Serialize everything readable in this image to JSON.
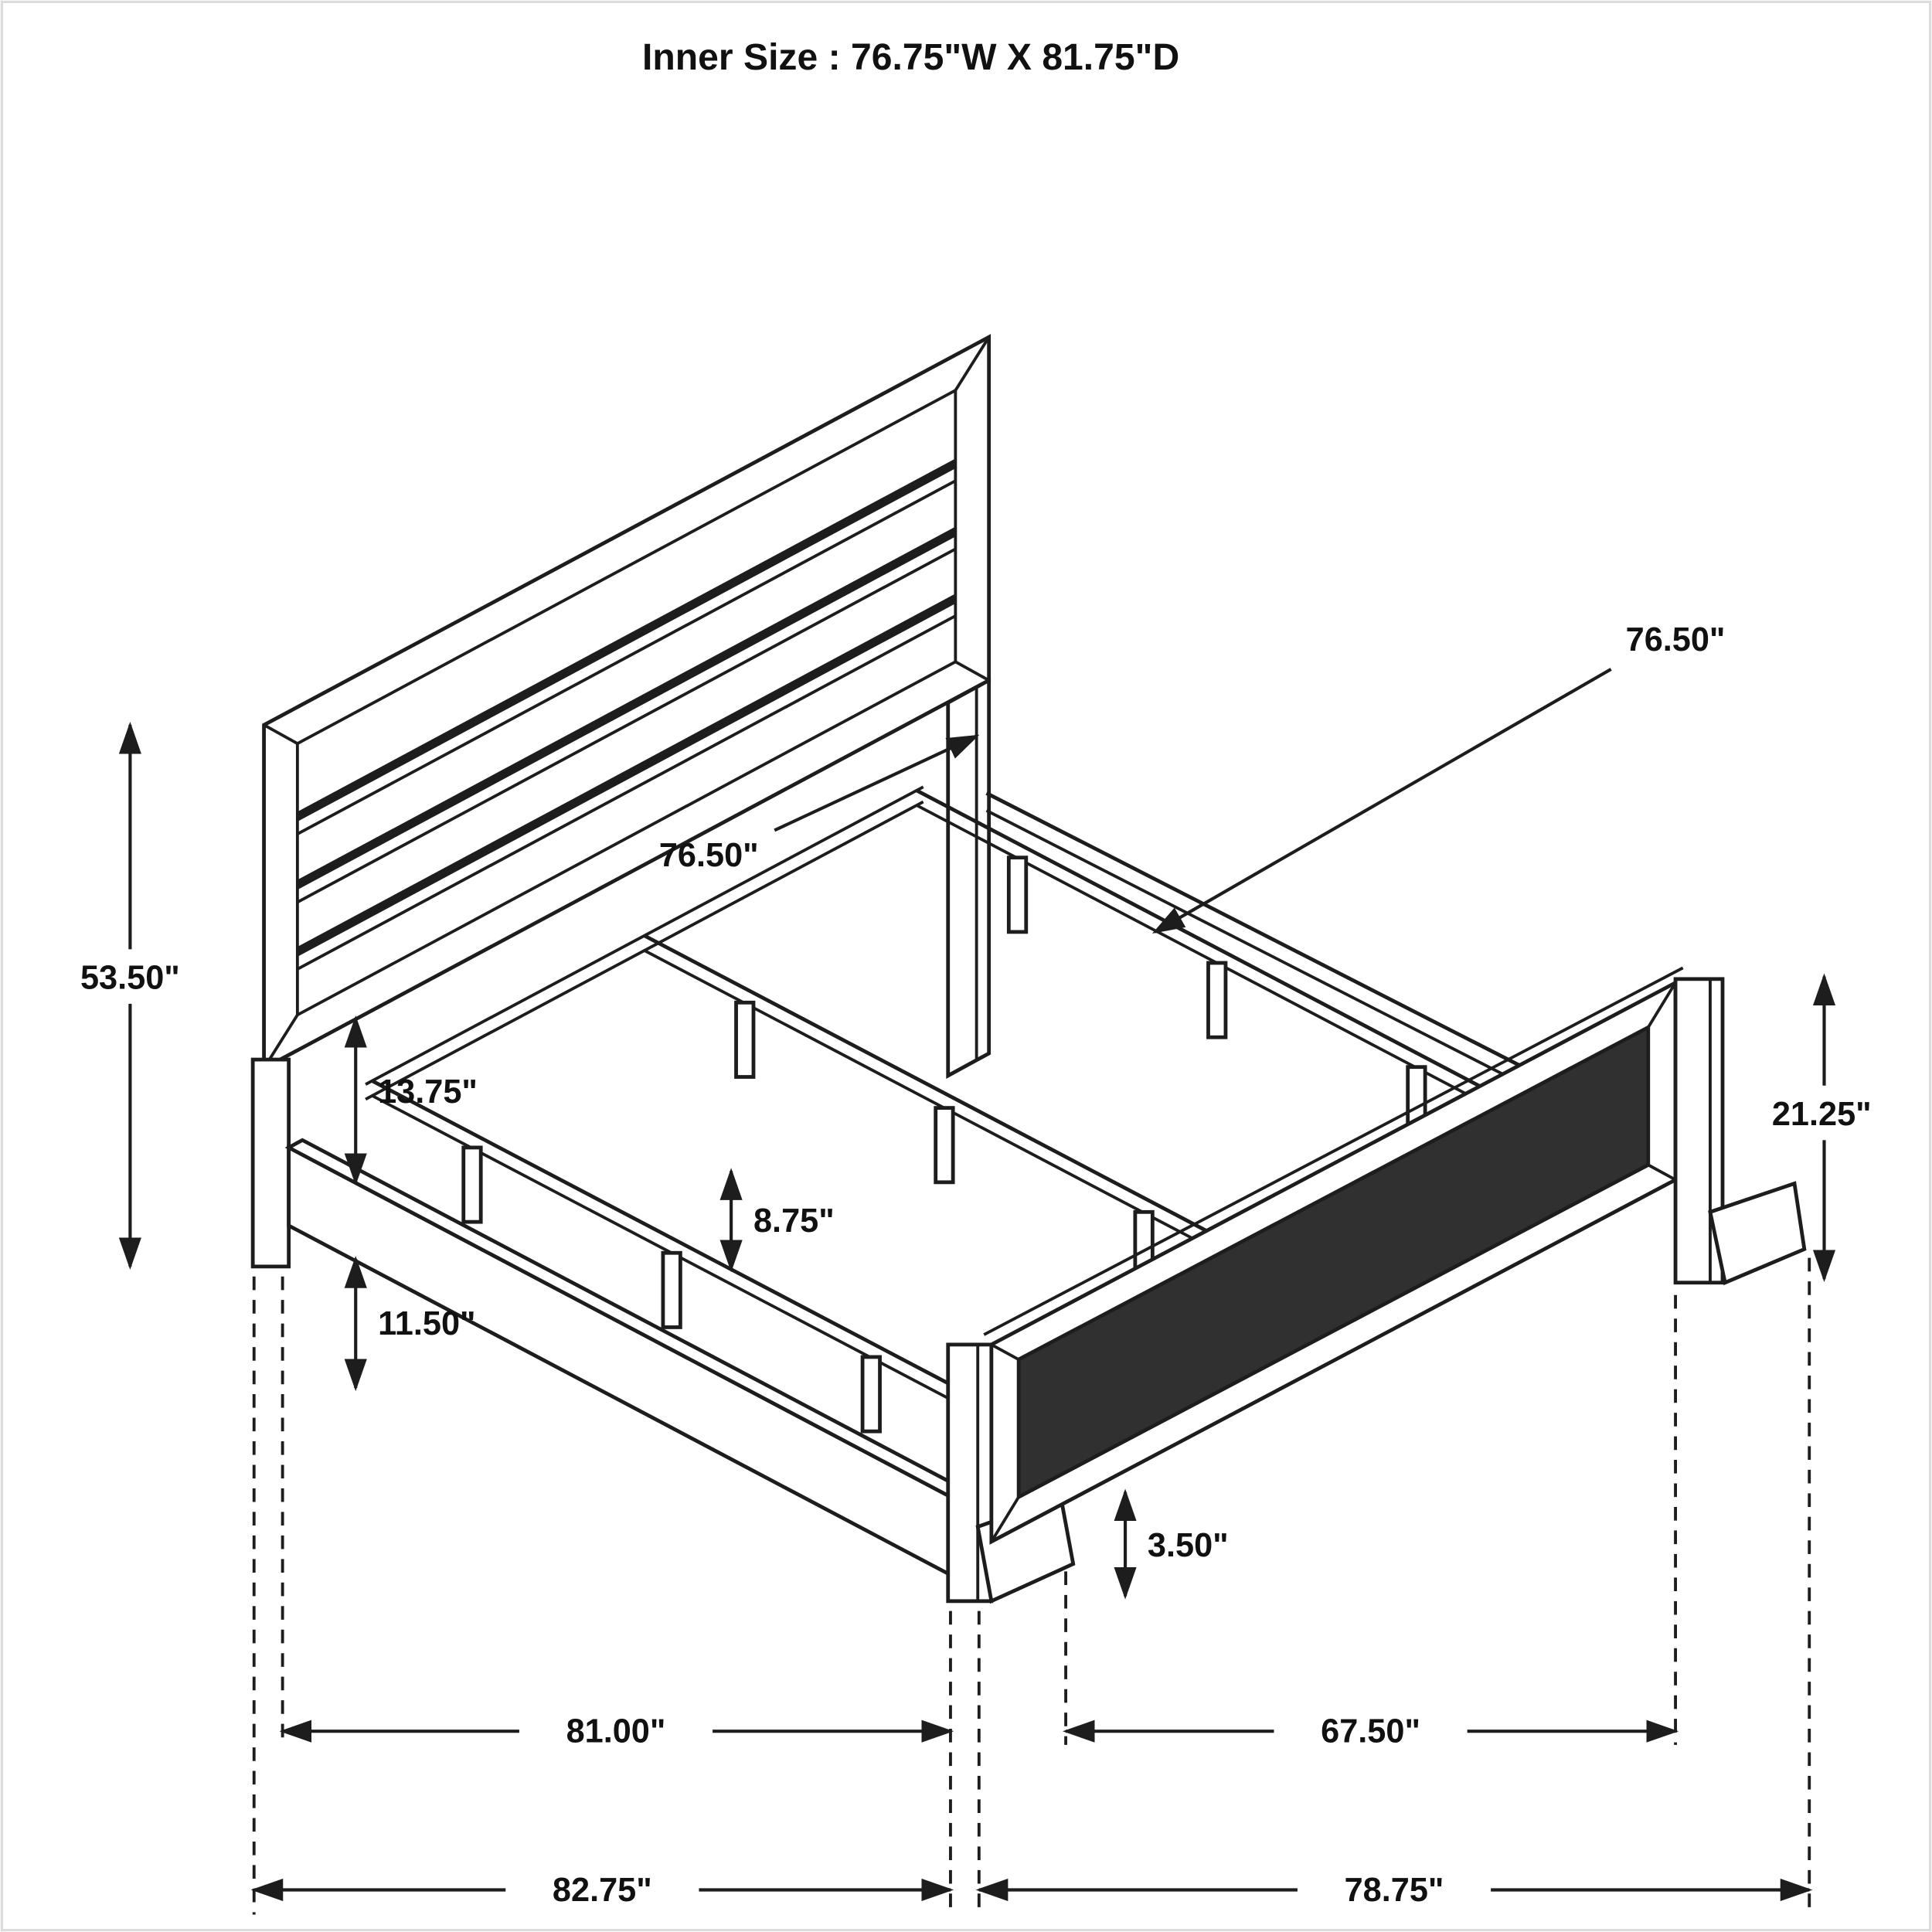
{
  "title": "Inner Size : 76.75\"W X 81.75\"D",
  "colors": {
    "line": "#1d1d1d",
    "background": "#ffffff",
    "panel_dark": "#303030",
    "border": "#dcdcdc"
  },
  "dimensions": {
    "support_rail_length_top": "76.50\"",
    "support_rail_length_inner": "76.50\"",
    "headboard_height": "53.50\"",
    "headboard_bottom_to_rail": "13.75\"",
    "footboard_height": "21.25\"",
    "support_leg_height": "8.75\"",
    "side_rail_height": "11.50\"",
    "foot_height": "3.50\"",
    "side_length_inner": "81.00\"",
    "footboard_inner_width": "67.50\"",
    "side_length_overall": "82.75\"",
    "footboard_overall_width": "78.75\""
  }
}
